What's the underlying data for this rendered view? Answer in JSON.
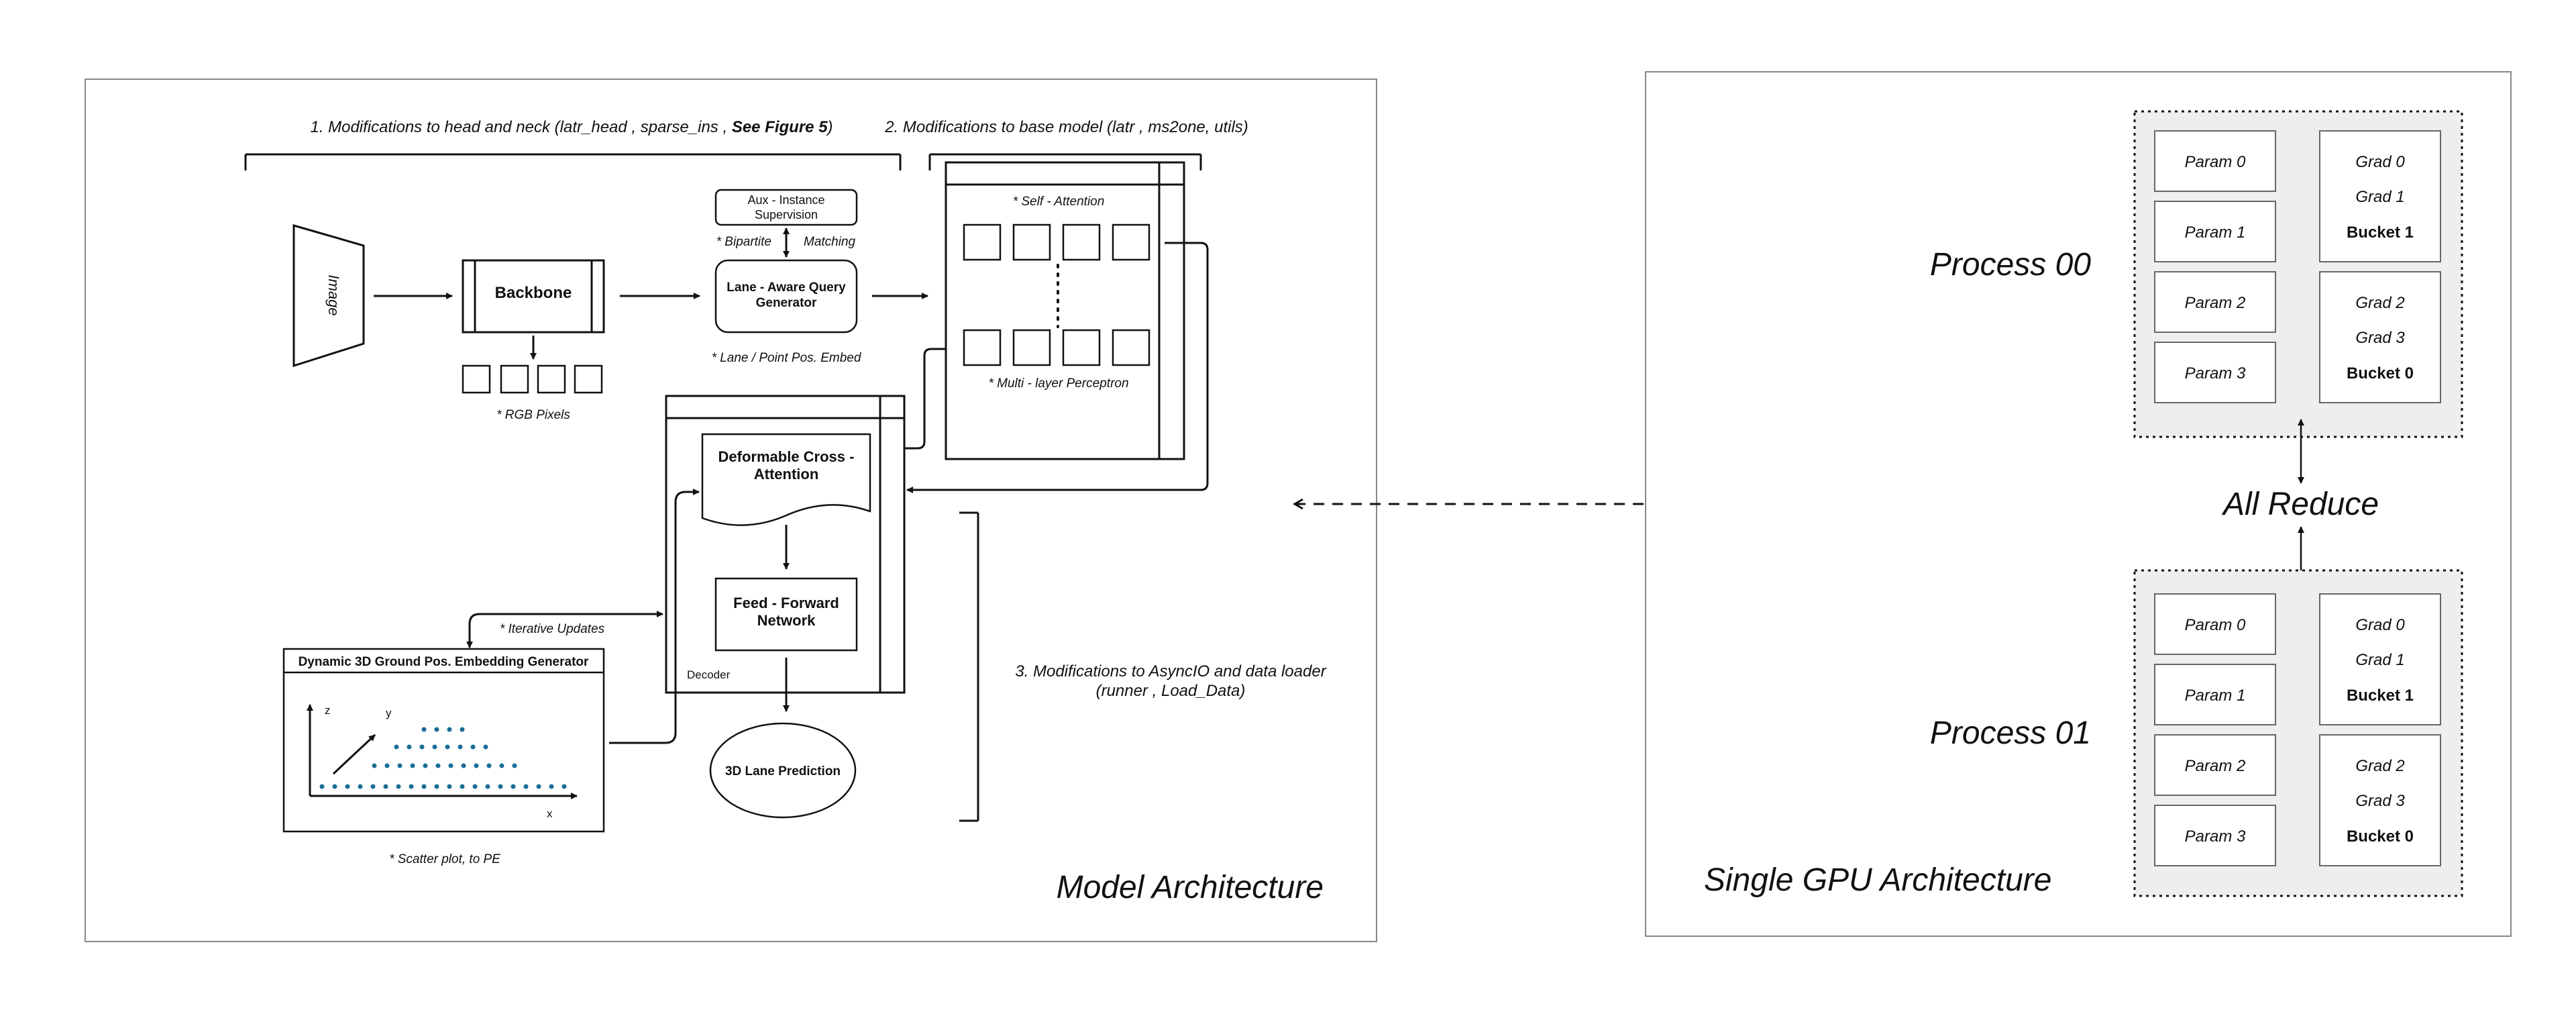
{
  "model": {
    "title": "Model Architecture",
    "mod1_prefix": "1. Modifications to head and neck (latr_head , sparse_ins , ",
    "mod1_bold": "See Figure 5",
    "mod1_suffix": ")",
    "mod2": "2. Modifications to base model (latr , ms2one, utils)",
    "mod3_line1": "3. Modifications to AsyncIO and data loader",
    "mod3_line2": "(runner , Load_Data)",
    "image_label": "Image",
    "backbone_label": "Backbone",
    "rgb_pixels": "* RGB Pixels",
    "aux_line1": "Aux - Instance",
    "aux_line2": "Supervision",
    "bipartite": "* Bipartite",
    "matching": "Matching",
    "query_line1": "Lane - Aware Query",
    "query_line2": "Generator",
    "lane_embed": "* Lane / Point Pos. Embed",
    "self_attention": "* Self - Attention",
    "mlp": "* Multi - layer Perceptron",
    "deformable_line1": "Deformable Cross -",
    "deformable_line2": "Attention",
    "ffn_line1": "Feed - Forward",
    "ffn_line2": "Network",
    "decoder": "Decoder",
    "prediction": "3D Lane Prediction",
    "iterative": "* Iterative Updates",
    "ground_title": "Dynamic 3D Ground Pos. Embedding Generator",
    "axis_z": "z",
    "axis_y": "y",
    "axis_x": "x",
    "scatter_caption": "* Scatter plot, to PE"
  },
  "gpu": {
    "title": "Single GPU Architecture",
    "all_reduce": "All Reduce",
    "processes": [
      {
        "name": "Process 00",
        "params": [
          "Param 0",
          "Param 1",
          "Param 2",
          "Param 3"
        ],
        "buckets": [
          {
            "grads": [
              "Grad 0",
              "Grad 1"
            ],
            "bucket": "Bucket 1"
          },
          {
            "grads": [
              "Grad 2",
              "Grad 3"
            ],
            "bucket": "Bucket 0"
          }
        ]
      },
      {
        "name": "Process 01",
        "params": [
          "Param 0",
          "Param 1",
          "Param 2",
          "Param 3"
        ],
        "buckets": [
          {
            "grads": [
              "Grad 0",
              "Grad 1"
            ],
            "bucket": "Bucket 1"
          },
          {
            "grads": [
              "Grad 2",
              "Grad 3"
            ],
            "bucket": "Bucket 0"
          }
        ]
      }
    ]
  },
  "colors": {
    "stroke": "#111111",
    "panel_border": "#888888",
    "scatter_dot": "#1a6d96",
    "process_fill": "#eeeeee"
  }
}
